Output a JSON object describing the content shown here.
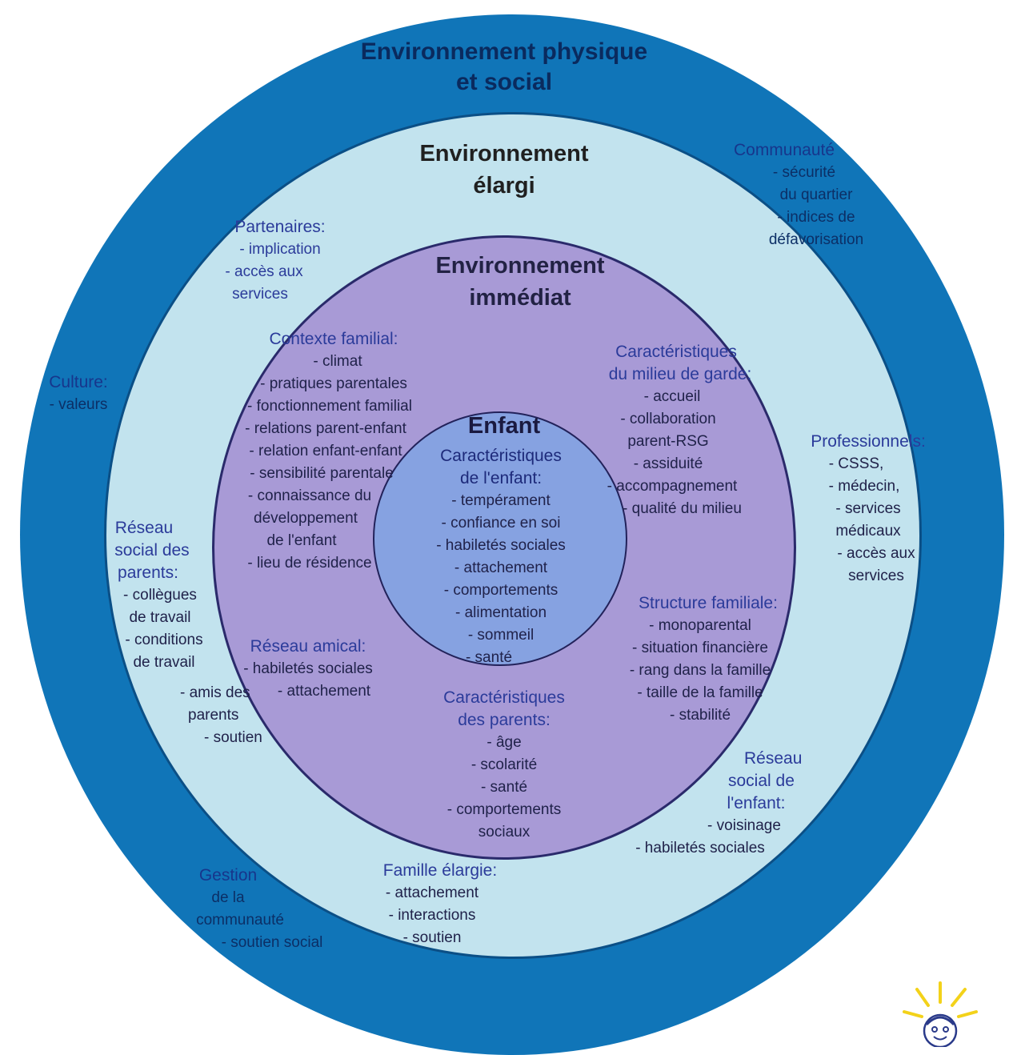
{
  "rings": {
    "physical": {
      "title": [
        "Environnement physique",
        "et social"
      ],
      "color": "#1075b8"
    },
    "extended": {
      "title": [
        "Environnement",
        "élargi"
      ],
      "color": "#c2e3ee"
    },
    "immediate": {
      "title": [
        "Environnement",
        "immédiat"
      ],
      "color": "#a89ad6"
    },
    "child": {
      "title": [
        "Enfant"
      ],
      "color": "#86a2e1"
    }
  },
  "outer_groups": {
    "communaute": {
      "heading": "Communauté",
      "lines": [
        "- sécurité",
        "du quartier",
        "- indices de",
        "défavorisation"
      ]
    },
    "culture": {
      "heading": "Culture:",
      "lines": [
        "- valeurs"
      ]
    },
    "gestion": {
      "heading": "Gestion",
      "lines": [
        "de la",
        "communauté",
        "- soutien social"
      ]
    }
  },
  "extended_groups": {
    "partenaires": {
      "heading": "Partenaires:",
      "lines": [
        "- implication",
        "- accès aux",
        "services"
      ]
    },
    "professionnels": {
      "heading": "Professionnels:",
      "lines": [
        "- CSSS,",
        "- médecin,",
        "- services",
        "médicaux",
        "- accès aux",
        "services"
      ]
    },
    "reseau_parents": {
      "heading": "Réseau",
      "lines": [
        "social des",
        "parents:",
        "- collègues",
        "de travail",
        "- conditions",
        "de travail",
        "",
        "- amis des",
        "parents",
        "- soutien"
      ]
    },
    "reseau_enfant": {
      "heading": "Réseau",
      "lines": [
        "social de",
        "l'enfant:",
        "- voisinage",
        "- habiletés sociales"
      ]
    },
    "famille_elargie": {
      "heading": "Famille élargie:",
      "lines": [
        "- attachement",
        "- interactions",
        "- soutien"
      ]
    }
  },
  "immediate_groups": {
    "contexte_familial": {
      "heading": "Contexte familial:",
      "lines": [
        "- climat",
        "- pratiques parentales",
        "- fonctionnement familial",
        "- relations parent-enfant",
        "- relation enfant-enfant",
        "- sensibilité parentale",
        "- connaissance du",
        "développement",
        "de l'enfant",
        "- lieu de résidence"
      ]
    },
    "milieu_garde": {
      "heading": "Caractéristiques",
      "lines": [
        "du milieu de garde:",
        "- accueil",
        "- collaboration",
        "parent-RSG",
        "- assiduité",
        "- accompagnement",
        "- qualité du milieu"
      ]
    },
    "reseau_amical": {
      "heading": "Réseau amical:",
      "lines": [
        "- habiletés sociales",
        "- attachement"
      ]
    },
    "structure_familiale": {
      "heading": "Structure familiale:",
      "lines": [
        "- monoparental",
        "- situation financière",
        "- rang dans la famille",
        "- taille de la famille",
        "- stabilité"
      ]
    },
    "parents": {
      "heading": "Caractéristiques",
      "lines": [
        "des parents:",
        "- âge",
        "- scolarité",
        "- santé",
        "- comportements",
        "sociaux"
      ]
    }
  },
  "child_group": {
    "heading": "Caractéristiques",
    "lines": [
      "de l'enfant:",
      "- tempérament",
      "- confiance en soi",
      "- habiletés sociales",
      "- attachement",
      "- comportements",
      "- alimentation",
      "- sommeil",
      "- santé"
    ]
  },
  "logo_icon": "smiling-child-sun-icon"
}
